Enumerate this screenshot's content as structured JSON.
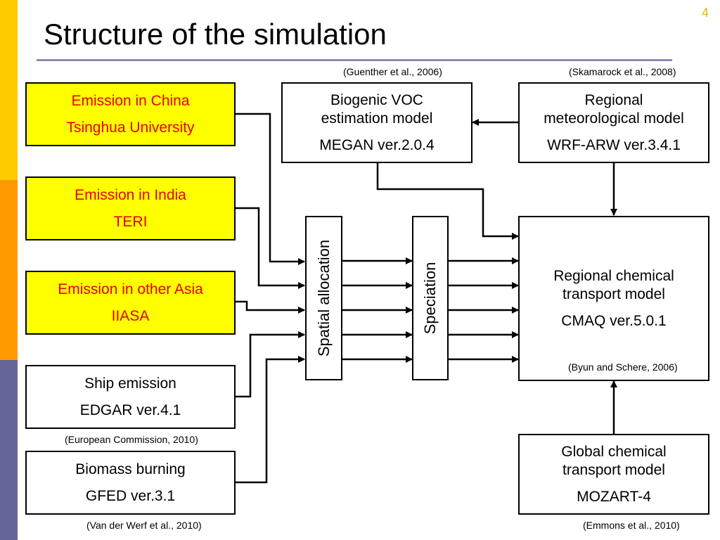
{
  "slide": {
    "title": "Structure of the simulation",
    "page_number": "4",
    "colors": {
      "sidebar_top": "#ffcc00",
      "sidebar_middle": "#ff9900",
      "sidebar_bottom": "#666699",
      "emission_box_fill": "#ffff00",
      "emission_box_text": "#e60000",
      "title_rule": "#8c8cb8"
    }
  },
  "sources": [
    {
      "line1": "Emission in China",
      "line2": "Tsinghua University",
      "highlight": true
    },
    {
      "line1": "Emission in India",
      "line2": "TERI",
      "highlight": true
    },
    {
      "line1": "Emission in other Asia",
      "line2": "IIASA",
      "highlight": true
    },
    {
      "line1": "Ship emission",
      "line2": "EDGAR ver.4.1",
      "highlight": false,
      "citation": "(European Commission, 2010)"
    },
    {
      "line1": "Biomass burning",
      "line2": "GFED ver.3.1",
      "highlight": false,
      "citation": "(Van der Werf et al., 2010)"
    }
  ],
  "processing": {
    "spatial_allocation": "Spatial allocation",
    "speciation": "Speciation"
  },
  "models": {
    "biogenic": {
      "line1": "Biogenic VOC",
      "line2": "estimation model",
      "line3": "MEGAN ver.2.0.4",
      "citation": "(Guenther et al., 2006)"
    },
    "meteorological": {
      "line1": "Regional",
      "line2": "meteorological model",
      "line3": "WRF-ARW ver.3.4.1",
      "citation": "(Skamarock et al., 2008)"
    },
    "regional_chemical": {
      "line1": "Regional chemical",
      "line2": "transport model",
      "line3": "CMAQ ver.5.0.1",
      "citation": "(Byun and Schere, 2006)"
    },
    "global_chemical": {
      "line1": "Global chemical",
      "line2": "transport model",
      "line3": "MOZART-4",
      "citation": "(Emmons et al., 2010)"
    }
  }
}
